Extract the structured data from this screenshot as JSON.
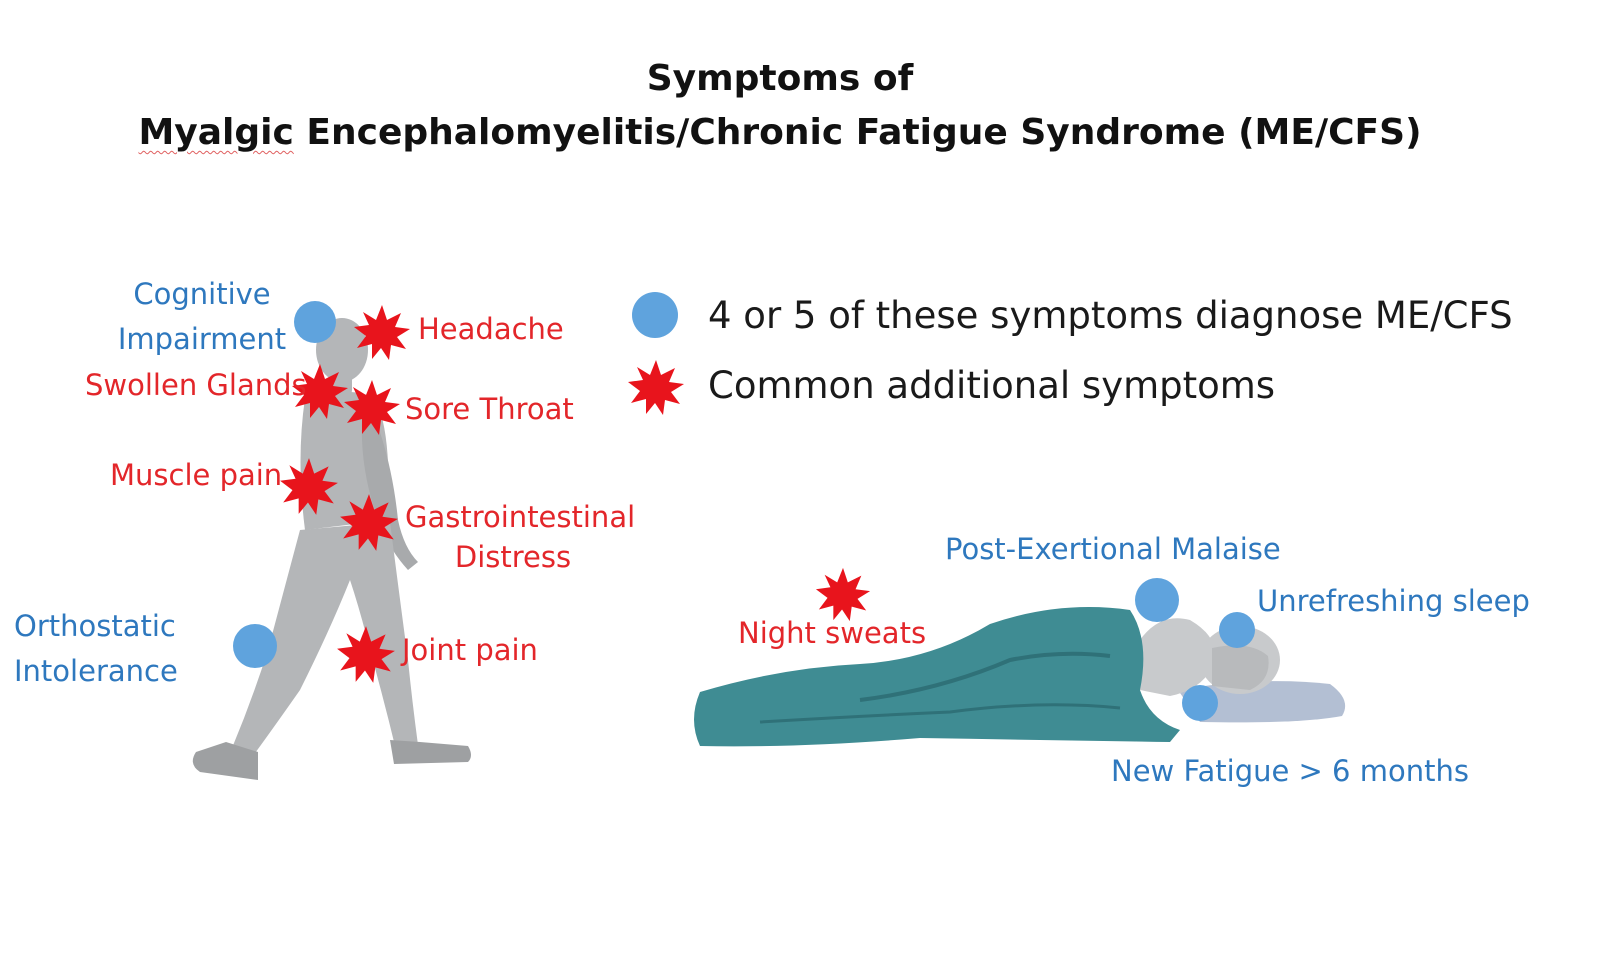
{
  "title": {
    "line1": "Symptoms of",
    "line2_word1": "Myalgic",
    "line2_rest": " Encephalomyelitis/Chronic Fatigue Syndrome (ME/CFS)"
  },
  "legend": {
    "core": "4 or 5 of these symptoms diagnose ME/CFS",
    "additional": "Common additional symptoms"
  },
  "core_symptoms": {
    "cognitive_line1": "Cognitive",
    "cognitive_line2": "Impairment",
    "orthostatic_line1": "Orthostatic",
    "orthostatic_line2": "Intolerance",
    "pem": "Post-Exertional Malaise",
    "sleep": "Unrefreshing sleep",
    "fatigue": "New Fatigue > 6 months"
  },
  "additional_symptoms": {
    "headache": "Headache",
    "swollen": "Swollen Glands",
    "throat": "Sore Throat",
    "muscle": "Muscle pain",
    "gi_line1": "Gastrointestinal",
    "gi_line2": "Distress",
    "joint": "Joint pain",
    "night": "Night sweats"
  },
  "colors": {
    "core_marker": "#5fa3dd",
    "additional_marker": "#e8141c",
    "core_text": "#2e78be",
    "additional_text": "#e3262a",
    "figure": "#b4b6b8",
    "blanket": "#3f8c93",
    "pillow": "#b3bfd3"
  },
  "icons": {
    "core_marker": "blue-circle-icon",
    "additional_marker": "red-starburst-icon"
  }
}
